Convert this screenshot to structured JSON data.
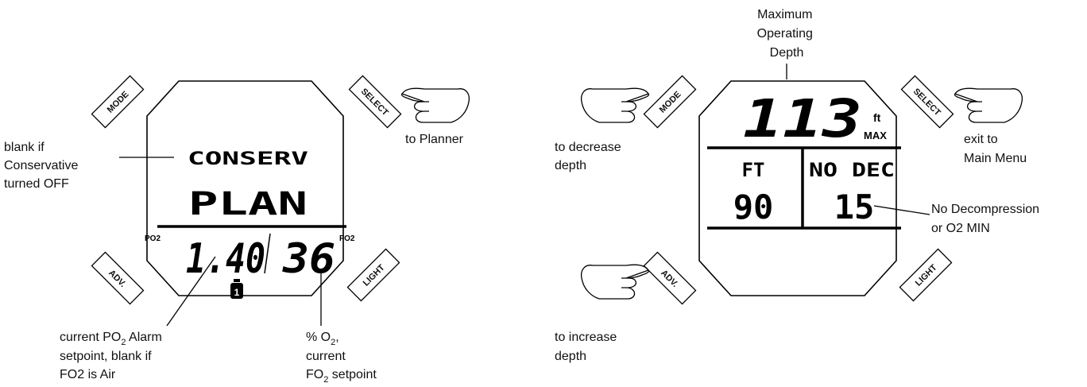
{
  "left_diagram": {
    "buttons": {
      "mode": "MODE",
      "select": "SELECT",
      "adv": "ADV.",
      "light": "LIGHT"
    },
    "display": {
      "conserv": "CONSERV",
      "plan": "PLAN",
      "po2_tag": "PO2",
      "fo2_tag": "FO2",
      "po2_value": "1.40",
      "fo2_value": "36",
      "tank_index": "1"
    },
    "callouts": {
      "blank_if": [
        "blank if",
        "Conservative",
        "turned OFF"
      ],
      "to_planner": "to Planner",
      "po2_alarm": {
        "line1_pre": "current PO",
        "line1_sub": "2",
        "line1_post": " Alarm",
        "line2": "setpoint, blank if",
        "line3": "FO2 is Air"
      },
      "o2": {
        "line1_pre": "% O",
        "line1_sub": "2",
        "line1_post": ",",
        "line2": "current",
        "line3_pre": "FO",
        "line3_sub": "2",
        "line3_post": " setpoint"
      }
    }
  },
  "right_diagram": {
    "buttons": {
      "mode": "MODE",
      "select": "SELECT",
      "adv": "ADV.",
      "light": "LIGHT"
    },
    "display": {
      "mod_value": "113",
      "mod_unit": "ft",
      "mod_max": "MAX",
      "col1_header": "FT",
      "col2_header": "NO DEC",
      "col1_value": "90",
      "col2_value": "15"
    },
    "callouts": {
      "mod": [
        "Maximum",
        "Operating",
        "Depth"
      ],
      "decrease": [
        "to decrease",
        "depth"
      ],
      "increase": [
        "to increase",
        "depth"
      ],
      "exit": [
        "exit to",
        "Main Menu"
      ],
      "nodeco": [
        "No Decompression",
        "or O2 MIN"
      ]
    }
  }
}
